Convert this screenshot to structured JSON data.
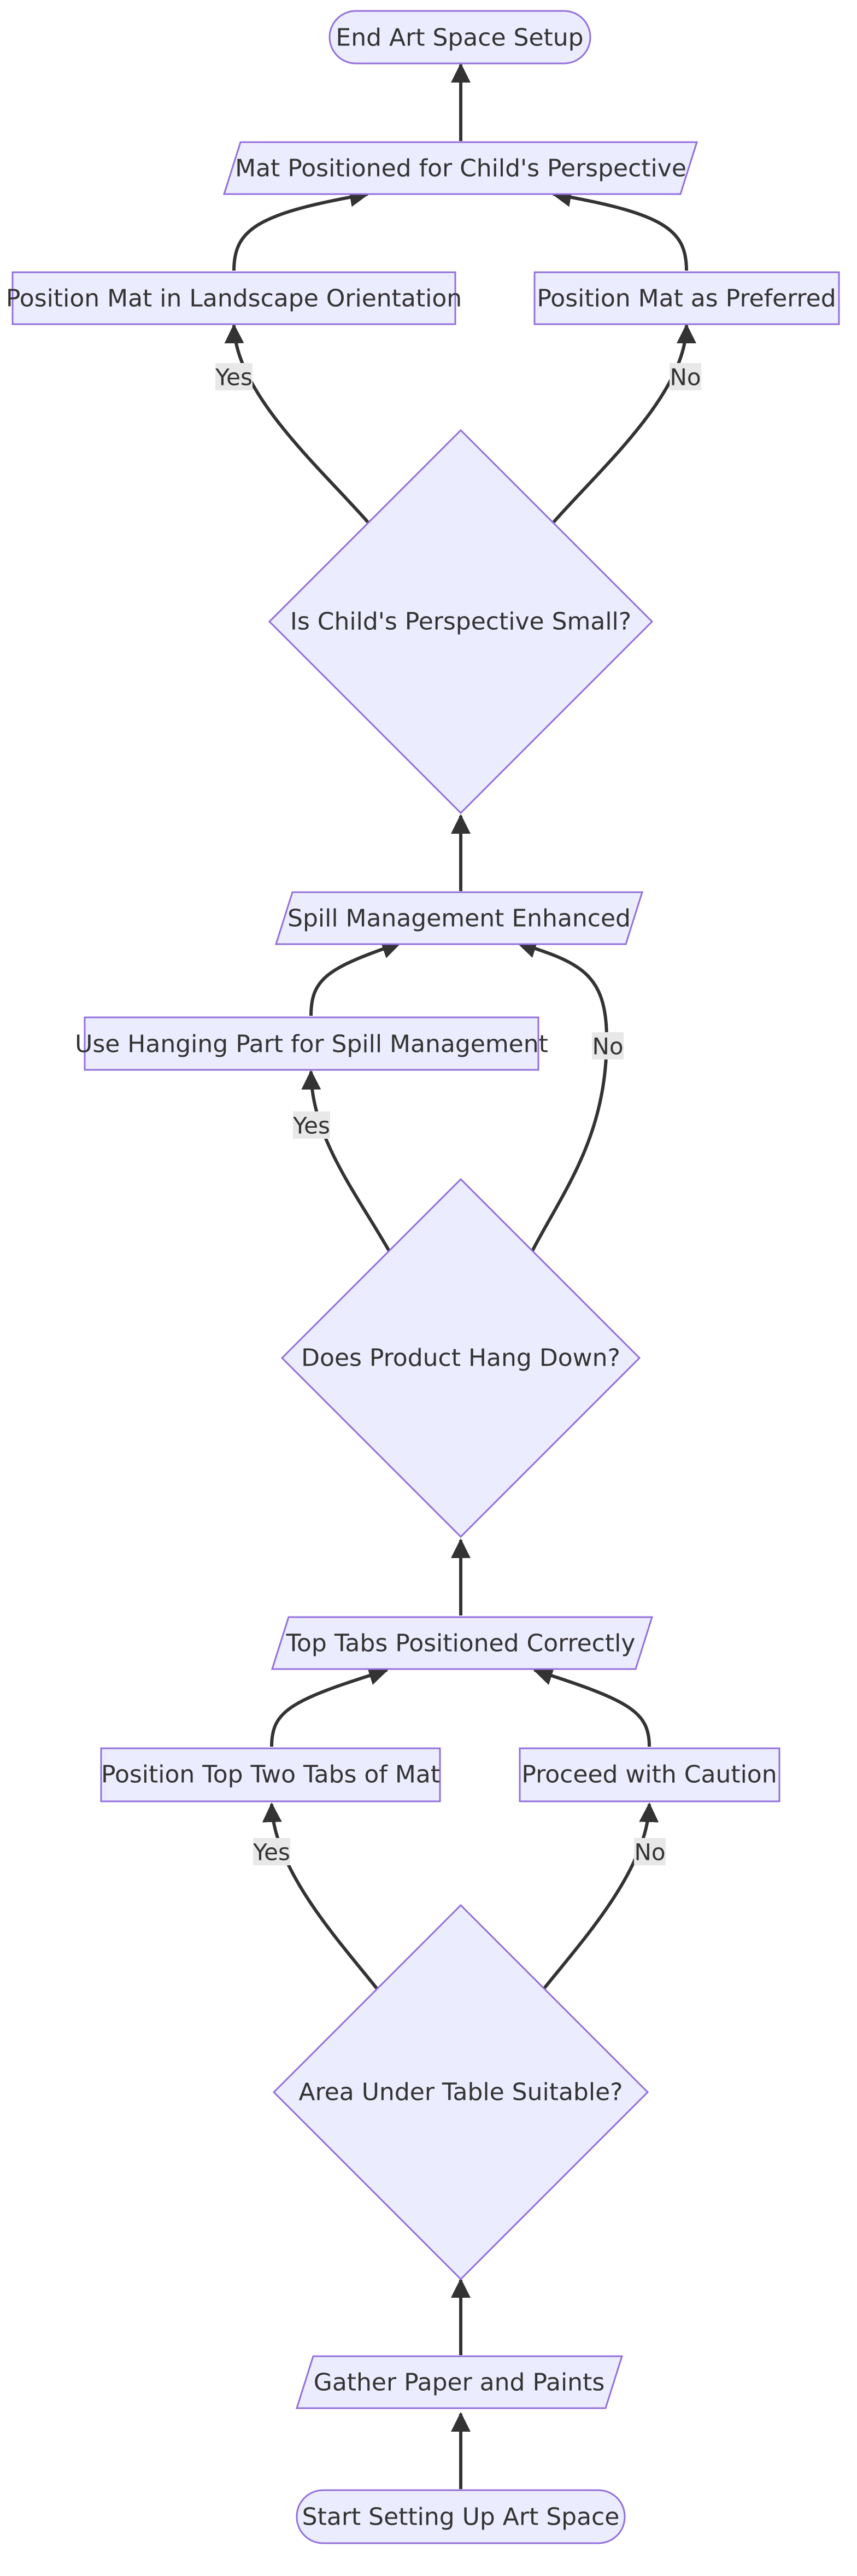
{
  "diagram": {
    "type": "flowchart",
    "direction": "bottom-to-top",
    "colors": {
      "node_fill": "#ECECFF",
      "node_stroke": "#9370DB",
      "edge": "#333333",
      "label_bg": "#e8e8e8",
      "text": "#333333"
    },
    "nodes": {
      "end": {
        "text": "End Art Space Setup",
        "shape": "stadium"
      },
      "mat_positioned": {
        "text": "Mat Positioned for Child's Perspective",
        "shape": "parallelogram"
      },
      "landscape": {
        "text": "Position Mat in Landscape Orientation",
        "shape": "rectangle"
      },
      "preferred": {
        "text": "Position Mat as Preferred",
        "shape": "rectangle"
      },
      "perspective_q": {
        "text": "Is Child's Perspective Small?",
        "shape": "diamond"
      },
      "spill_enhanced": {
        "text": "Spill Management Enhanced",
        "shape": "parallelogram"
      },
      "hanging_part": {
        "text": "Use Hanging Part for Spill Management",
        "shape": "rectangle"
      },
      "hang_q": {
        "text": "Does Product Hang Down?",
        "shape": "diamond"
      },
      "tabs_positioned": {
        "text": "Top Tabs Positioned Correctly",
        "shape": "parallelogram"
      },
      "top_tabs": {
        "text": "Position Top Two Tabs of Mat",
        "shape": "rectangle"
      },
      "caution": {
        "text": "Proceed with Caution",
        "shape": "rectangle"
      },
      "area_q": {
        "text": "Area Under Table Suitable?",
        "shape": "diamond"
      },
      "gather": {
        "text": "Gather Paper and Paints",
        "shape": "parallelogram"
      },
      "start": {
        "text": "Start Setting Up Art Space",
        "shape": "stadium"
      }
    },
    "edges": [
      {
        "from": "start",
        "to": "gather"
      },
      {
        "from": "gather",
        "to": "area_q"
      },
      {
        "from": "area_q",
        "to": "top_tabs",
        "label": "Yes"
      },
      {
        "from": "area_q",
        "to": "caution",
        "label": "No"
      },
      {
        "from": "top_tabs",
        "to": "tabs_positioned"
      },
      {
        "from": "caution",
        "to": "tabs_positioned"
      },
      {
        "from": "tabs_positioned",
        "to": "hang_q"
      },
      {
        "from": "hang_q",
        "to": "hanging_part",
        "label": "Yes"
      },
      {
        "from": "hang_q",
        "to": "spill_enhanced",
        "label": "No"
      },
      {
        "from": "hanging_part",
        "to": "spill_enhanced"
      },
      {
        "from": "spill_enhanced",
        "to": "perspective_q"
      },
      {
        "from": "perspective_q",
        "to": "landscape",
        "label": "Yes"
      },
      {
        "from": "perspective_q",
        "to": "preferred",
        "label": "No"
      },
      {
        "from": "landscape",
        "to": "mat_positioned"
      },
      {
        "from": "preferred",
        "to": "mat_positioned"
      },
      {
        "from": "mat_positioned",
        "to": "end"
      }
    ]
  }
}
